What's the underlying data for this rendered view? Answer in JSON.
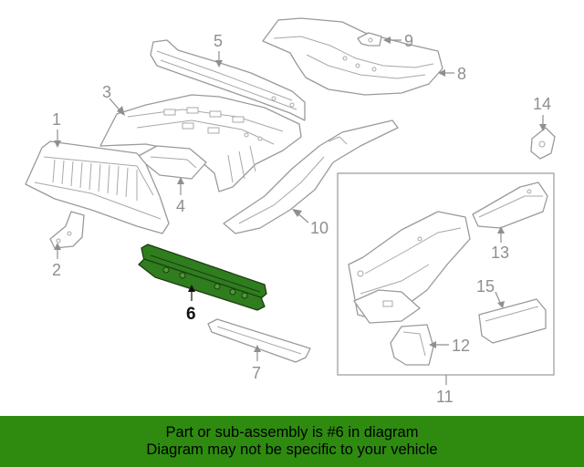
{
  "callouts": {
    "c1": "1",
    "c2": "2",
    "c3": "3",
    "c4": "4",
    "c5": "5",
    "c6": "6",
    "c7": "7",
    "c8": "8",
    "c9": "9",
    "c10": "10",
    "c11": "11",
    "c12": "12",
    "c13": "13",
    "c14": "14",
    "c15": "15"
  },
  "highlighted_part": "6",
  "colors": {
    "highlight_part": "#2f7d1e",
    "banner": "#2e8b10",
    "line_art": "#9a9a9a"
  },
  "banner": {
    "line1": "Part or sub-assembly is #6 in diagram",
    "line2": "Diagram may not be specific to your vehicle"
  }
}
